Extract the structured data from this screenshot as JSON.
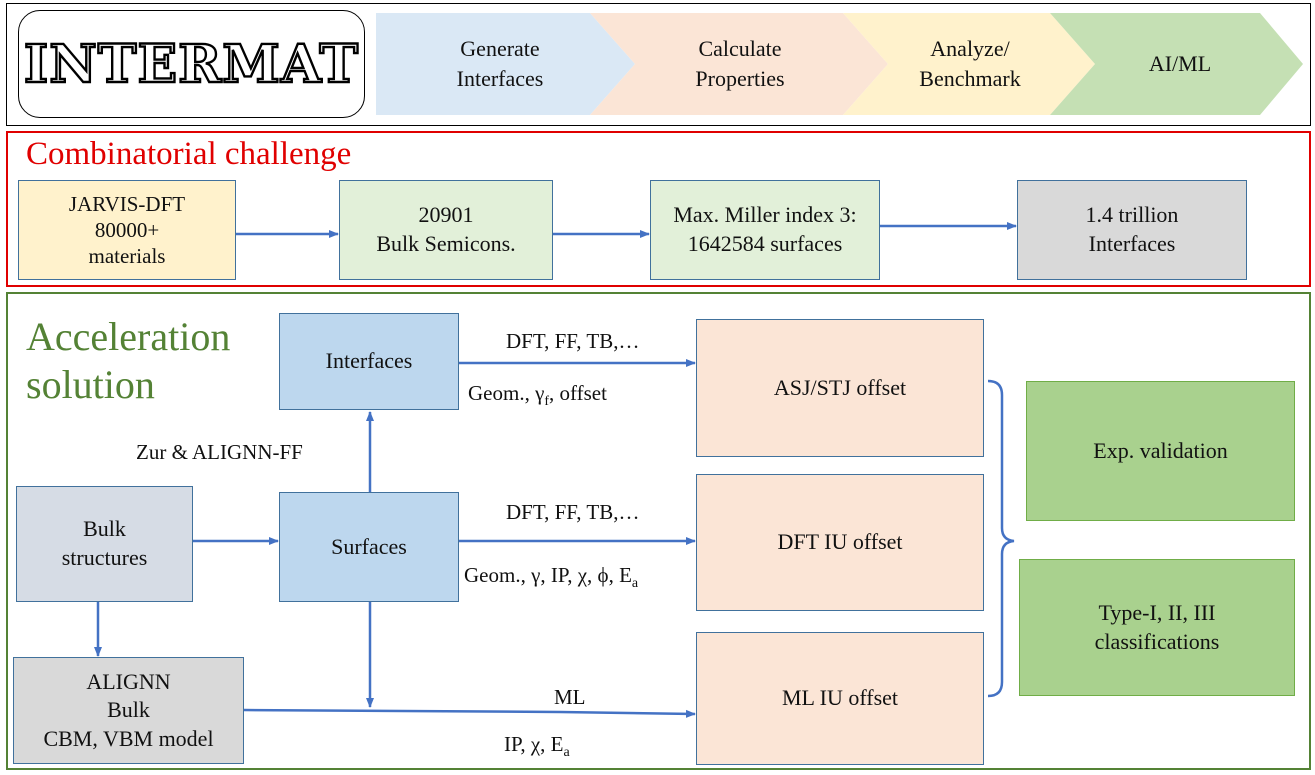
{
  "header": {
    "logo_text": "INTERMAT",
    "steps": [
      {
        "label": "Generate\nInterfaces",
        "color": "#dae8f5"
      },
      {
        "label": "Calculate\nProperties",
        "color": "#fbe5d6"
      },
      {
        "label": "Analyze/\nBenchmark",
        "color": "#fff2cc"
      },
      {
        "label": "AI/ML",
        "color": "#c5e0b4"
      }
    ]
  },
  "combinatorial": {
    "title": "Combinatorial challenge",
    "title_color": "#e00000",
    "border_color": "#e00000",
    "boxes": {
      "jarvis": "JARVIS-DFT\n80000+\nmaterials",
      "bulk_semicons": "20901\nBulk Semicons.",
      "miller": "Max. Miller index 3:\n1642584 surfaces",
      "trillion": "1.4 trillion\nInterfaces"
    }
  },
  "acceleration": {
    "title_line1": "Acceleration",
    "title_line2": "solution",
    "title_color": "#548235",
    "border_color": "#548235",
    "nodes": {
      "interfaces": "Interfaces",
      "surfaces": "Surfaces",
      "bulk": "Bulk\nstructures",
      "alignn": "ALIGNN\nBulk\nCBM, VBM model",
      "asj_stj": "ASJ/STJ offset",
      "dft_iu": "DFT IU offset",
      "ml_iu": "ML IU offset",
      "exp_validation": "Exp. validation",
      "classifications": "Type-I, II, III\nclassifications"
    },
    "edge_labels": {
      "zur_alignn": "Zur & ALIGNN-FF",
      "dft_ff_tb_top": "DFT, FF, TB,…",
      "geom_gamma_f_prefix": "Geom., γ",
      "geom_gamma_f_sub": "f",
      "geom_gamma_f_suffix": ", offset",
      "dft_ff_tb_mid": "DFT, FF, TB,…",
      "geom_mid_prefix": "Geom., γ, IP, χ, ϕ, E",
      "geom_mid_sub": "a",
      "ml": "ML",
      "ip_chi_prefix": "IP, χ, E",
      "ip_chi_sub": "a"
    }
  },
  "colors": {
    "arrow": "#4472c4",
    "brace": "#4472c4"
  }
}
